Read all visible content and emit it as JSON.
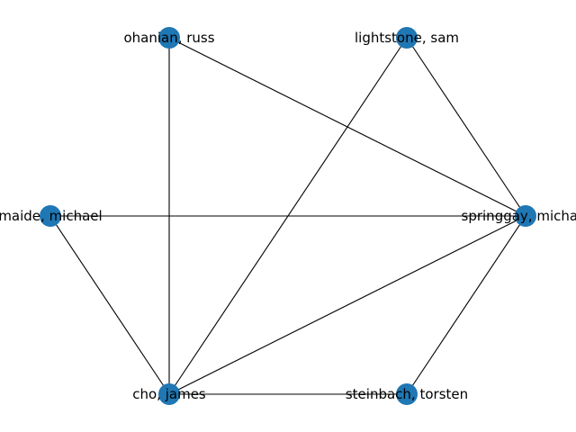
{
  "chart_data": {
    "type": "network",
    "nodes": [
      {
        "id": "ohanian",
        "label": "ohanian, russ"
      },
      {
        "id": "lightstone",
        "label": "lightstone, sam"
      },
      {
        "id": "springgay",
        "label": "springgay, michael"
      },
      {
        "id": "steinbach",
        "label": "steinbach, torsten"
      },
      {
        "id": "cho",
        "label": "cho, james"
      },
      {
        "id": "maide",
        "label": "maide, michael"
      }
    ],
    "edges": [
      [
        "ohanian",
        "springgay"
      ],
      [
        "ohanian",
        "cho"
      ],
      [
        "lightstone",
        "springgay"
      ],
      [
        "lightstone",
        "cho"
      ],
      [
        "maide",
        "springgay"
      ],
      [
        "maide",
        "cho"
      ],
      [
        "springgay",
        "cho"
      ],
      [
        "springgay",
        "steinbach"
      ],
      [
        "cho",
        "steinbach"
      ]
    ],
    "layout": "circular",
    "node_color": "#1f77b4",
    "edge_color": "#000000"
  }
}
